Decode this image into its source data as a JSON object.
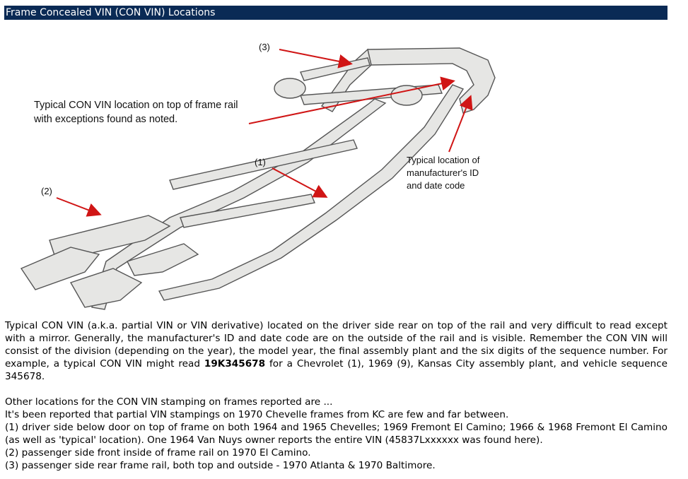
{
  "section_title": "Frame Concealed VIN (CON VIN) Locations",
  "figure": {
    "callout_3": "(3)",
    "callout_1": "(1)",
    "callout_2": "(2)",
    "note_top_line1": "Typical CON VIN location on top of frame rail",
    "note_top_line2": "with exceptions found as noted.",
    "note_right_line1": "Typical location of",
    "note_right_line2": "manufacturer's ID",
    "note_right_line3": "and date code",
    "colors": {
      "arrow": "#d01515",
      "frame_line": "#555555",
      "frame_fill": "#e4e4e2"
    }
  },
  "paragraph1": {
    "part1": "Typical CON VIN (a.k.a. partial VIN or VIN derivative) located on the driver side rear on top of the rail and very difficult to read except with a mirror. Generally, the manufacturer's ID and date code are on the outside of the rail and is visible. Remember the CON VIN will consist of the division (depending on the year), the model year, the final assembly plant and the six digits of the sequence number. For example, a typical CON VIN might read ",
    "example_vin": "19K345678",
    "part2": " for a Chevrolet (1), 1969 (9), Kansas City assembly plant, and vehicle sequence 345678."
  },
  "paragraph2": {
    "line1": "Other locations for the CON VIN stamping on frames reported are ...",
    "line2": "It's been reported that partial VIN stampings on 1970 Chevelle frames from KC are few and far between.",
    "line3": "(1) driver side below door on top of frame on both 1964 and 1965 Chevelles; 1969 Fremont El Camino; 1966 & 1968 Fremont El Camino (as well as 'typical' location). One 1964 Van Nuys owner reports the entire VIN (45837Lxxxxxx was found here).",
    "line4": "(2) passenger side front inside of frame rail on 1970 El Camino.",
    "line5": "(3) passenger side rear frame rail, both top and outside - 1970 Atlanta & 1970 Baltimore."
  }
}
